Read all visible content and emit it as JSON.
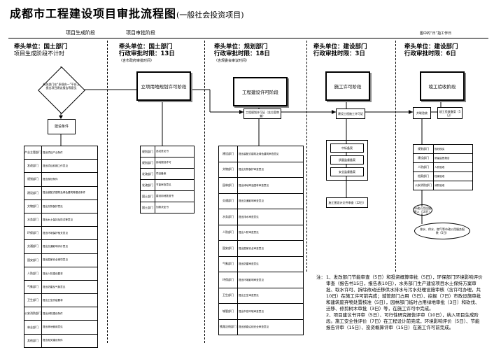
{
  "header": {
    "title": "成都市工程建设项目审批流程图",
    "subtitle": "(一般社会投资项目)",
    "stage_left": "项目生成阶段",
    "stage_right": "项目审批阶段",
    "legend_note": "图中的“日”指工作日"
  },
  "columns": [
    {
      "lead": "牵头单位：国土部门",
      "limit": "项目生成阶段不计时",
      "extra": ""
    },
    {
      "lead": "牵头单位：国土部门",
      "limit": "行政审批时限：13日",
      "extra": "（含市政府审批时间）"
    },
    {
      "lead": "牵头单位：规划部门",
      "limit": "行政审批时限：18日",
      "extra": "（含规委会审议时间）"
    },
    {
      "lead": "牵头单位：建设部门",
      "limit": "行政审批时限：3日",
      "extra": ""
    },
    {
      "lead": "牵头单位：建设部门",
      "limit": "行政审批时限：6日",
      "extra": ""
    }
  ],
  "stages": {
    "s1": "立项用地规划许可阶段",
    "s2": "工程建设许可阶段",
    "s3": "施工许可阶段",
    "s4": "竣工验收阶段"
  },
  "flow": {
    "diamond": "有关部门在“多规合一”平台上提出项目建议报告等意见",
    "build_condition": "建设条件",
    "s2_sub": "工程规划许可证（含方案审查）",
    "s3_sub": "建设工程施工许可证",
    "s3_a": "中标备案",
    "s3_b": "质量监督备案",
    "s3_c": "安全监督备案",
    "s3_d": "施工图设计文件审查（22日）",
    "s4_a": "并联验收",
    "s4_b": "竣工验收备案（5日）",
    "s4_c": "市政公用设施接入（10日）",
    "s4_d": "排水、供水、燃气等市政公用服务报装（5日）"
  },
  "col1_table": [
    {
      "dept": "产业主管部门",
      "task": "提出项目产业条件"
    },
    {
      "dept": "发改部门",
      "task": "提出项目前期工作意见"
    },
    {
      "dept": "规划部门",
      "task": "提出规划条件"
    },
    {
      "dept": "建设部门",
      "task": "提出装配式建筑及绿色建筑等建设条件"
    },
    {
      "dept": "文物部门",
      "task": "提出文物保护意见"
    },
    {
      "dept": "水务部门",
      "task": "提出水土保持及防洪等意见"
    },
    {
      "dept": "环保部门",
      "task": "提出环境保护相关意见"
    },
    {
      "dept": "交通部门",
      "task": "提出交通影响评价意见"
    },
    {
      "dept": "国安部门",
      "task": "提出国家安全事项意见"
    },
    {
      "dept": "人防部门",
      "task": "提出人防建设要求"
    },
    {
      "dept": "气象部门",
      "task": "提出防雷及气象意见"
    },
    {
      "dept": "卫生部门",
      "task": "提出卫生防疫要求"
    },
    {
      "dept": "公安消防部门",
      "task": "提出消防建设条件"
    },
    {
      "dept": "林业部门",
      "task": "提出林地使用意见"
    },
    {
      "dept": "其他部门",
      "task": "提出相关建设条件"
    }
  ],
  "col2_table": [
    {
      "dept": "规划部门",
      "task": "选址意见书"
    },
    {
      "dept": "规划部门",
      "task": "用地规划许可"
    },
    {
      "dept": "发改部门",
      "task": "项目备案"
    },
    {
      "dept": "发改部门",
      "task": "节能审查意见"
    },
    {
      "dept": "国土部门",
      "task": "建设用地批准书"
    },
    {
      "dept": "国土部门",
      "task": "划拨决定书"
    }
  ],
  "col3_table": [
    {
      "dept": "建设部门",
      "task": "提出装配式建筑及绿色建筑审查意见"
    },
    {
      "dept": "文物部门",
      "task": "提出文物保护审查意见"
    },
    {
      "dept": "园林部门",
      "task": "提出绿地率及园林审查意见"
    },
    {
      "dept": "交通部门",
      "task": "提出交通影响审查意见"
    },
    {
      "dept": "水务部门",
      "task": "提出排水审查意见"
    },
    {
      "dept": "人防部门",
      "task": "提出人防审查意见"
    },
    {
      "dept": "国安部门",
      "task": "提出国家安全审查意见"
    },
    {
      "dept": "气象部门",
      "task": "提出防雷审查意见"
    },
    {
      "dept": "环保部门",
      "task": "提出环境影响审查意见"
    },
    {
      "dept": "卫生部门",
      "task": "提出卫生审查意见"
    },
    {
      "dept": "城管部门",
      "task": "提出市容环境审查意见"
    },
    {
      "dept": "铁路沿线部门",
      "task": "提出铁路沿线安全审查意见"
    }
  ],
  "col5_table": [
    {
      "dept": "规划部门",
      "task": "规划核实"
    },
    {
      "dept": "建设部门",
      "task": "质量监督报告"
    },
    {
      "dept": "人防部门",
      "task": "人防验收"
    },
    {
      "dept": "档案部门",
      "task": "档案验收"
    },
    {
      "dept": "公安消防部门",
      "task": "消防验收"
    }
  ],
  "notes": {
    "label": "注：",
    "n1": "1、发改部门节能审查（5日）和投资概算审批（5日），环保部门环境影响评价审查（报告书15日，报告表10日），水务部门生产建设项目水土保持方案审批、取水许可、拆除改动迁移供水排水与污水处理设施审核（含许可办理，共10日）在施工许可前完成；城管部门占用（5日）、挖掘（7日）市政设施审批和建筑废弃物处置核准（5日），园林部门临时占用绿地审批（3日）和砍伐、迁移、修剪树木审批（3日）等，在施工许可中完成。",
    "n2": "2、项目建议书评审（5日）、可行性研究报告评审（10日），纳入项目生成阶段。施工安全性评价（7日）在工程设计前完成，环境影响评价（5日）、节能报告评审（15日）、投资概算评审（15日）在施工许可前完成。"
  }
}
